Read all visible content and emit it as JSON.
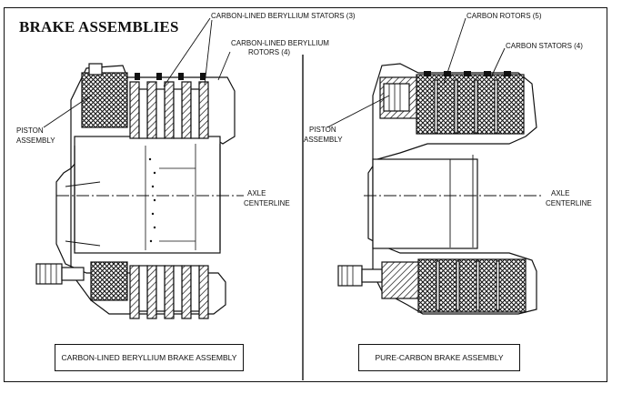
{
  "title": "BRAKE ASSEMBLIES",
  "left_assembly": {
    "stators_label": "CARBON-LINED BERYLLIUM STATORS (3)",
    "rotors_label_line1": "CARBON-LINED BERYLLIUM",
    "rotors_label_line2": "ROTORS (4)",
    "piston_line1": "PISTON",
    "piston_line2": "ASSEMBLY",
    "axle_line1": "AXLE",
    "axle_line2": "CENTERLINE",
    "caption": "CARBON-LINED BERYLLIUM BRAKE ASSEMBLY"
  },
  "right_assembly": {
    "rotors_label": "CARBON ROTORS (5)",
    "stators_label": "CARBON STATORS (4)",
    "piston_line1": "PISTON",
    "piston_line2": "ASSEMBLY",
    "axle_line1": "AXLE",
    "axle_line2": "CENTERLINE",
    "caption": "PURE-CARBON BRAKE ASSEMBLY"
  }
}
